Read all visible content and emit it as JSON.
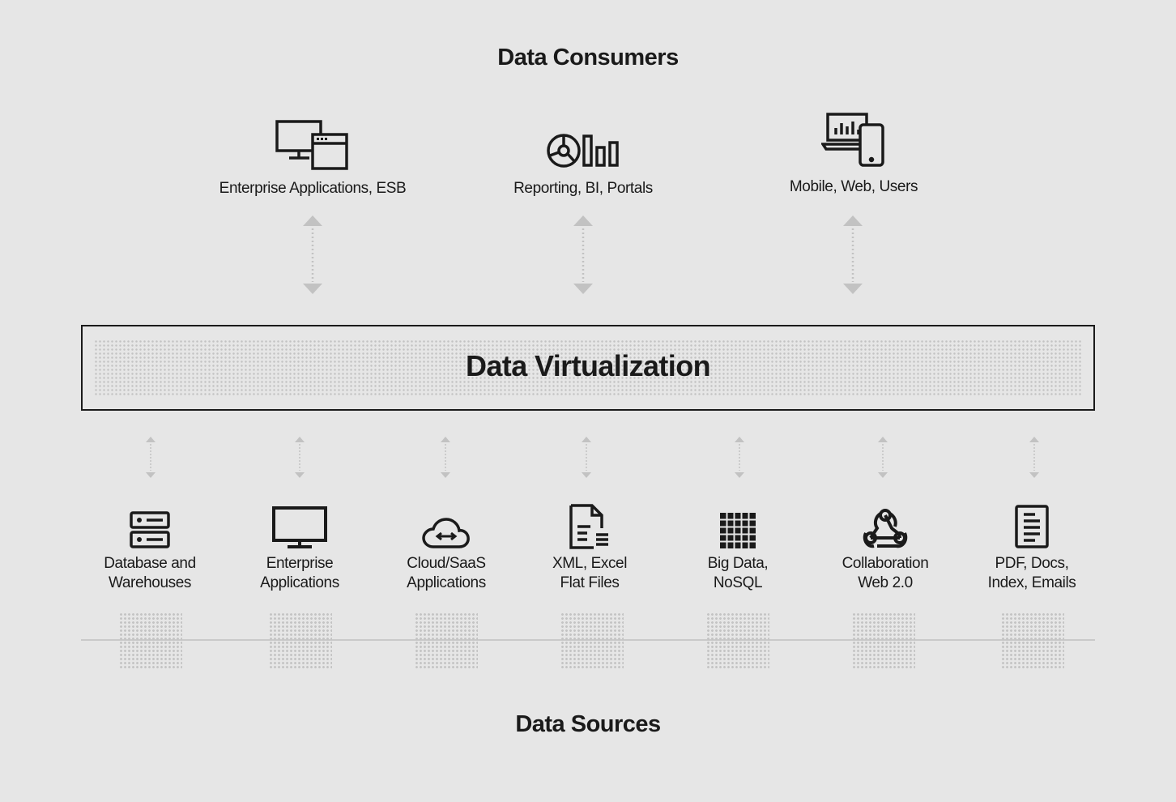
{
  "consumers_title": "Data Consumers",
  "consumers": [
    {
      "label": "Enterprise Applications, ESB",
      "icon": "desktop-window-icon"
    },
    {
      "label": "Reporting, BI, Portals",
      "icon": "chart-report-icon"
    },
    {
      "label": "Mobile, Web, Users",
      "icon": "laptop-mobile-icon"
    }
  ],
  "virtualization_title": "Data Virtualization",
  "sources": [
    {
      "line1": "Database and",
      "line2": "Warehouses",
      "icon": "server-icon"
    },
    {
      "line1": "Enterprise",
      "line2": "Applications",
      "icon": "monitor-icon"
    },
    {
      "line1": "Cloud/SaaS",
      "line2": "Applications",
      "icon": "cloud-icon"
    },
    {
      "line1": "XML, Excel",
      "line2": "Flat Files",
      "icon": "file-icon"
    },
    {
      "line1": "Big Data,",
      "line2": "NoSQL",
      "icon": "grid-icon"
    },
    {
      "line1": "Collaboration",
      "line2": "Web 2.0",
      "icon": "webhook-icon"
    },
    {
      "line1": "PDF, Docs,",
      "line2": "Index, Emails",
      "icon": "document-icon"
    }
  ],
  "sources_title": "Data Sources",
  "colors": {
    "background": "#e6e6e6",
    "ink": "#1a1a1a",
    "arrow": "#c2c2c2"
  }
}
